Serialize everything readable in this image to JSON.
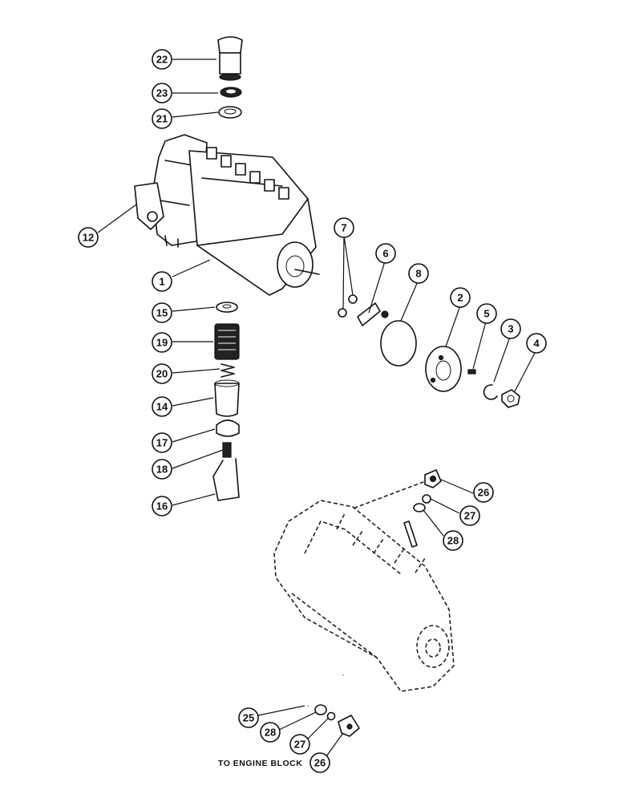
{
  "callouts": [
    {
      "label": "22"
    },
    {
      "label": "23"
    },
    {
      "label": "21"
    },
    {
      "label": "12"
    },
    {
      "label": "1"
    },
    {
      "label": "15"
    },
    {
      "label": "19"
    },
    {
      "label": "20"
    },
    {
      "label": "14"
    },
    {
      "label": "17"
    },
    {
      "label": "18"
    },
    {
      "label": "16"
    },
    {
      "label": "7"
    },
    {
      "label": "6"
    },
    {
      "label": "8"
    },
    {
      "label": "2"
    },
    {
      "label": "5"
    },
    {
      "label": "3"
    },
    {
      "label": "4"
    },
    {
      "label": "26"
    },
    {
      "label": "27"
    },
    {
      "label": "28"
    },
    {
      "label": "25"
    },
    {
      "label": "28"
    },
    {
      "label": "27"
    },
    {
      "label": "26"
    }
  ],
  "caption": "TO ENGINE BLOCK"
}
